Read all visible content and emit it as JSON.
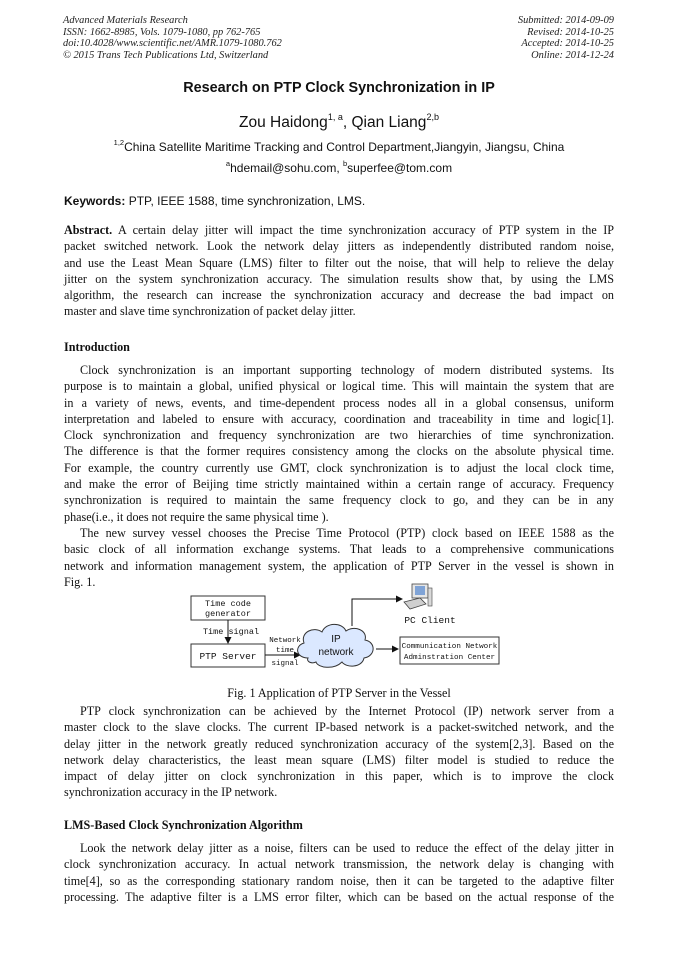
{
  "header": {
    "left": [
      "Advanced Materials Research",
      "ISSN: 1662-8985, Vols. 1079-1080, pp 762-765",
      "doi:10.4028/www.scientific.net/AMR.1079-1080.762",
      "© 2015 Trans Tech Publications Ltd, Switzerland"
    ],
    "right": [
      "Submitted: 2014-09-09",
      "Revised: 2014-10-25",
      "Accepted: 2014-10-25",
      "Online: 2014-12-24"
    ]
  },
  "title": "Research on PTP Clock Synchronization in IP",
  "authors": {
    "author1": "Zou Haidong",
    "author1_sup": "1, a",
    "sep": ", ",
    "author2": "Qian Liang",
    "author2_sup": "2,b"
  },
  "affiliation": {
    "sup": "1,2",
    "text": "China Satellite Maritime Tracking and Control Department,Jiangyin, Jiangsu, China"
  },
  "emails": {
    "a_sup": "a",
    "a": "hdemail@sohu.com, ",
    "b_sup": "b",
    "b": "superfee@tom.com"
  },
  "keywords": {
    "label": "Keywords:",
    "text": " PTP, IEEE 1588, time synchronization, LMS."
  },
  "abstract": {
    "label": "Abstract.",
    "lines": [
      " A certain delay jitter will impact the time synchronization accuracy of PTP system in the IP",
      "packet switched network. Look the network delay jitters as independently distributed random noise,",
      "and use the Least Mean Square (LMS) filter to filter out the noise, that will help to relieve the delay",
      "jitter on the system synchronization accuracy. The simulation results show that, by using the LMS",
      "algorithm, the research can increase the synchronization accuracy and decrease the bad impact on",
      "master and slave time synchronization of packet delay jitter."
    ]
  },
  "introduction": {
    "heading": "Introduction",
    "para1": [
      "Clock synchronization is an important supporting technology of modern distributed systems. Its",
      "purpose is to maintain a global, unified physical or logical time. This will maintain the system that are",
      "in a variety of news, events, and time-dependent process nodes all in a global consensus, uniform",
      "interpretation and labeled to ensure with accuracy, coordination and traceability in time and logic[1].",
      "Clock synchronization and frequency synchronization are two hierarchies of time synchronization.",
      "The difference is that the former requires consistency among the clocks on the absolute physical time.",
      "For example, the country currently use GMT, clock synchronization is to adjust the local clock time,",
      "and make the error of Beijing time strictly maintained within a certain range of accuracy. Frequency",
      "synchronization is required to maintain the same frequency clock to go, and they can be in any",
      "phase(i.e., it does not require the same physical time )."
    ],
    "para2": [
      "The new survey vessel chooses the Precise Time Protocol (PTP) clock based on IEEE 1588 as the",
      "basic clock of all information exchange systems. That leads to a comprehensive communications",
      "network and information management system, the application of PTP Server in the vessel is shown in",
      "Fig. 1."
    ]
  },
  "figure": {
    "time_code_generator": [
      "Time code",
      "generator"
    ],
    "time_signal": "Time signal",
    "ptp_server": "PTP Server",
    "network_time_signal": [
      "Network",
      "time",
      "signal"
    ],
    "ip_network": [
      "IP",
      "network"
    ],
    "pc_client": "PC Client",
    "comm_center": [
      "Communication Network",
      "Adminstration Center"
    ],
    "caption": "Fig. 1  Application of PTP Server in the Vessel"
  },
  "para3": [
    "PTP clock synchronization can be achieved by the Internet Protocol (IP) network server from a",
    "master clock to the slave clocks. The current IP-based network is a packet-switched network, and the",
    "delay jitter in the network greatly reduced synchronization accuracy of the system[2,3]. Based on the",
    "network delay characteristics, the least mean square (LMS) filter model is studied to reduce the",
    "impact of delay jitter on clock synchronization in this paper, which is to improve the clock",
    "synchronization accuracy in the IP network."
  ],
  "lms": {
    "heading": "LMS-Based Clock Synchronization Algorithm",
    "para": [
      "Look the network delay jitter as a noise, filters can be used to reduce the effect of the delay jitter in",
      "clock synchronization accuracy. In actual network transmission, the network delay is changing with",
      "time[4], so as the corresponding stationary random noise, then it can be targeted to the adaptive filter",
      "processing. The adaptive filter is a LMS error filter, which can be based on the actual response of the"
    ]
  }
}
